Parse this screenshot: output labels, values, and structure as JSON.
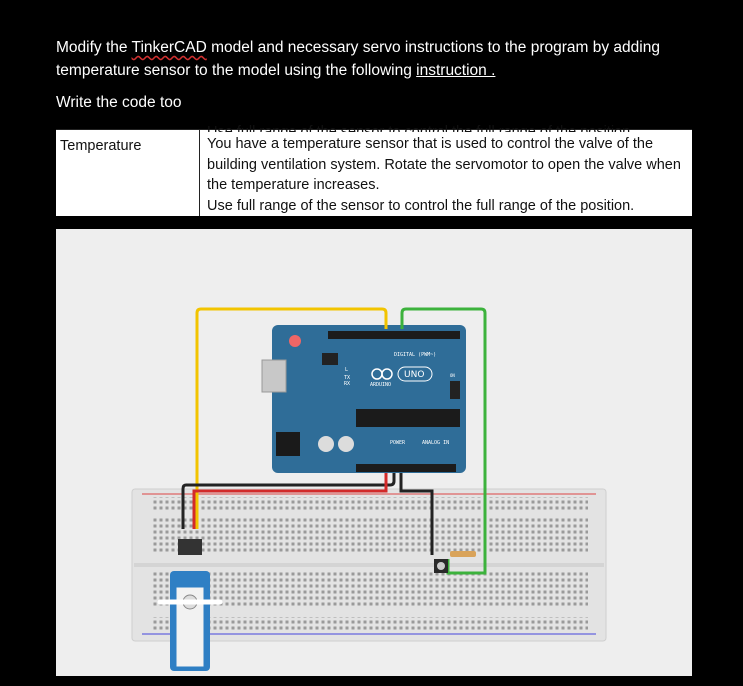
{
  "question": {
    "line1_a": "Modify the ",
    "line1_squiggle": "TinkerCAD",
    "line1_b": " model and necessary servo instructions to the program by adding",
    "line2_a": "temperature sensor to the model using the following ",
    "line2_link": "instruction .",
    "subline": "Write the code too"
  },
  "table": {
    "label": "Temperature",
    "cut_text": "Use full range of the sensor to control the full range of the position.",
    "text_1": "You have a temperature sensor that is used to control the valve of the building ventilation system. Rotate the servomotor to open the valve when the temperature increases.",
    "text_2": "Use full range of the sensor to control the full range of the position."
  },
  "arduino": {
    "digital_label": "DIGITAL (PWM~)",
    "uno_label": "UNO",
    "brand_label": "ARDUINO",
    "power_label": "POWER",
    "analog_label": "ANALOG IN",
    "tx_label": "TX",
    "rx_label": "RX",
    "on_label": "ON",
    "l_label": "L"
  },
  "colors": {
    "board": "#2f6d98",
    "wire_yellow": "#f2c400",
    "wire_green": "#3cb23c",
    "wire_red": "#d22a2a",
    "wire_black": "#222222",
    "servo": "#2f7fc4",
    "breadboard": "#e3e3e3"
  }
}
